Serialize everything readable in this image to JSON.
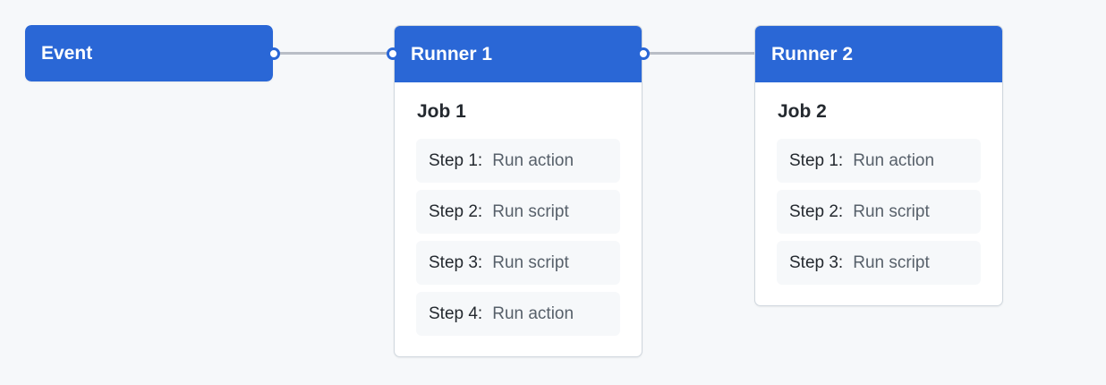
{
  "event": {
    "label": "Event"
  },
  "runners": [
    {
      "title": "Runner 1",
      "job": "Job 1",
      "steps": [
        {
          "label": "Step 1:",
          "action": "Run action"
        },
        {
          "label": "Step 2:",
          "action": "Run script"
        },
        {
          "label": "Step 3:",
          "action": "Run script"
        },
        {
          "label": "Step 4:",
          "action": "Run action"
        }
      ]
    },
    {
      "title": "Runner 2",
      "job": "Job 2",
      "steps": [
        {
          "label": "Step 1:",
          "action": "Run action"
        },
        {
          "label": "Step 2:",
          "action": "Run script"
        },
        {
          "label": "Step 3:",
          "action": "Run script"
        }
      ]
    }
  ],
  "colors": {
    "header": "#2a67d6",
    "background": "#f6f8fa",
    "connector": "#b9bec6"
  }
}
